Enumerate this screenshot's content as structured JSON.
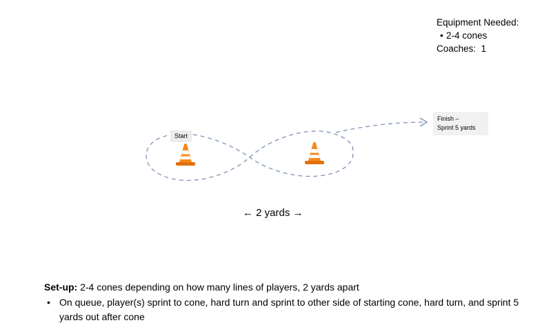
{
  "page": {
    "background": "#ffffff",
    "bullet_char": "•"
  },
  "equipment": {
    "title": "Equipment Needed:",
    "items": [
      "2-4 cones"
    ],
    "coaches": "Coaches:  1"
  },
  "diagram": {
    "start_label": "Start",
    "finish_label_line1": "Finish –",
    "finish_label_line2": "Sprint 5 yards",
    "distance_label": "← 2 yards →",
    "path_color": "#7d91b4",
    "cone_body_color": "#F5891D",
    "cone_base_color": "#E06F0E",
    "label_background": "#ededed"
  },
  "instructions": {
    "setup_label": "Set-up:",
    "setup_rest": " 2-4 cones depending on how many lines of players, 2 yards apart",
    "bullets": [
      "On queue, player(s) sprint to cone, hard turn and sprint to other side of starting cone, hard turn, and sprint 5 yards out after cone"
    ]
  }
}
